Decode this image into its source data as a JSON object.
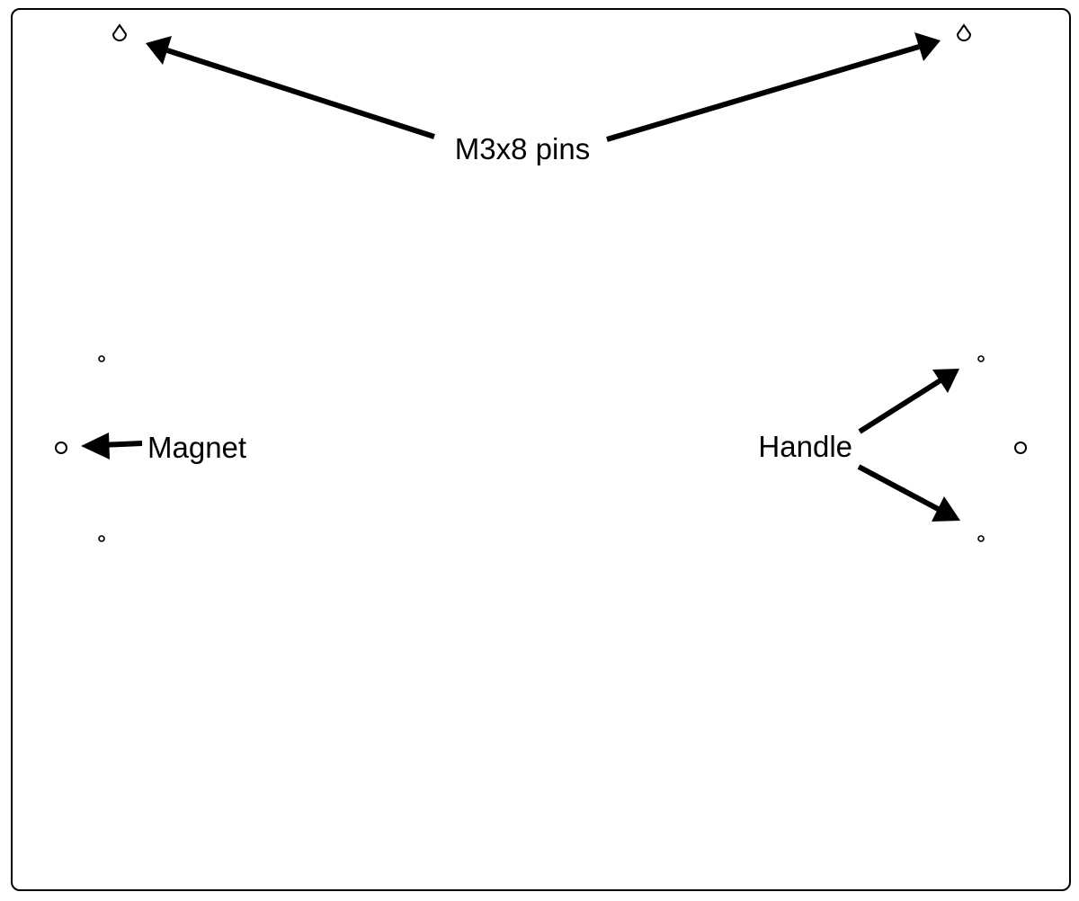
{
  "labels": {
    "pins": "M3x8 pins",
    "magnet": "Magnet",
    "handle": "Handle"
  },
  "colors": {
    "ink": "#000000",
    "panel_fill": "#ffffff"
  }
}
